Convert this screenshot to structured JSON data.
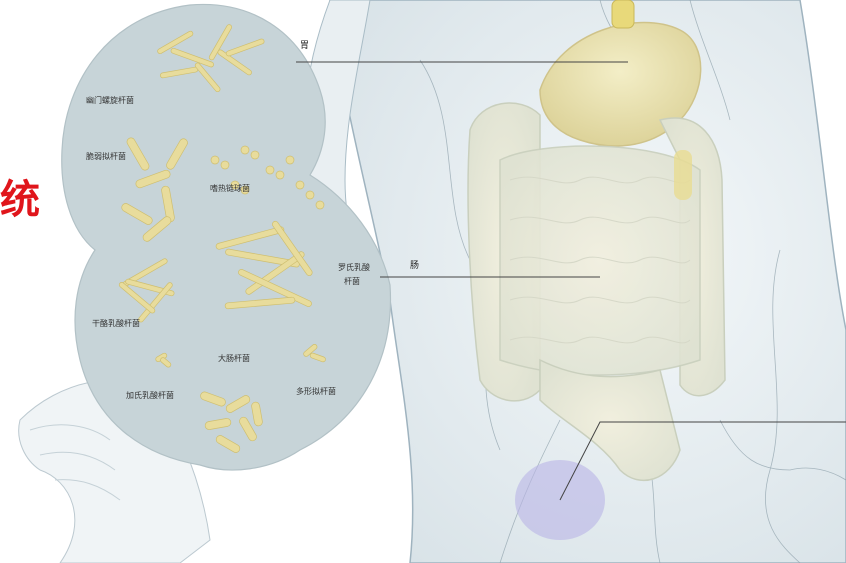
{
  "title_fragment": "统",
  "organs": {
    "stomach": "胃",
    "intestine": "肠"
  },
  "bacteria": {
    "helicobacter": "幽门螺旋杆菌",
    "bifidobacterium": "脆弱拟杆菌",
    "streptococcus": "嗜热链球菌",
    "lactobacillus_reuteri": "罗氏乳酸",
    "lactobacillus_reuteri_2": "杆菌",
    "lactobacillus_casei": "干酪乳酸杆菌",
    "ecoli": "大肠杆菌",
    "lactobacillus_gasseri": "加氏乳酸杆菌",
    "bacteroides": "多形拟杆菌"
  },
  "colors": {
    "title": "#e0151b",
    "bubble": "#c7d4d8",
    "bacteria": "#e8dc9c",
    "organ_fill": "#eeeacc",
    "body_outline": "#a9bcc6"
  }
}
